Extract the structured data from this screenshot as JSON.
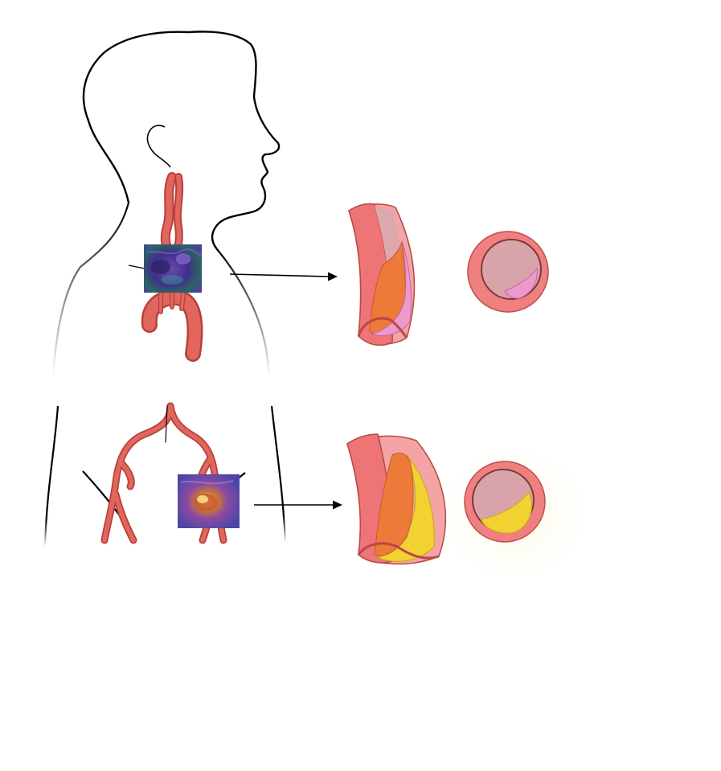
{
  "diagram": {
    "labels": [],
    "colors": {
      "outline": "#000000",
      "artery": "#e0665e",
      "artery_dark": "#b8403a",
      "vessel_wall": "#f08080",
      "vessel_inner_wall": "#f6a6a6",
      "lumen": "#d9a3aa",
      "plaque_orange": "#ee7a3a",
      "plaque_pink": "#ee99cc",
      "plaque_yellow": "#f2d230",
      "tissue_purple": "#5a3a9c",
      "tissue_teal": "#2c6a6a"
    },
    "panels": [
      {
        "name": "upper",
        "region": "carotid-aortic",
        "plaque": "pink",
        "icons": [
          "tissue-thumbnail",
          "arrow-right",
          "vessel-longitudinal",
          "vessel-cross-section"
        ]
      },
      {
        "name": "lower",
        "region": "iliac-femoral",
        "plaque": "yellow",
        "icons": [
          "tissue-thumbnail",
          "arrow-right",
          "vessel-longitudinal",
          "vessel-cross-section"
        ]
      }
    ]
  }
}
